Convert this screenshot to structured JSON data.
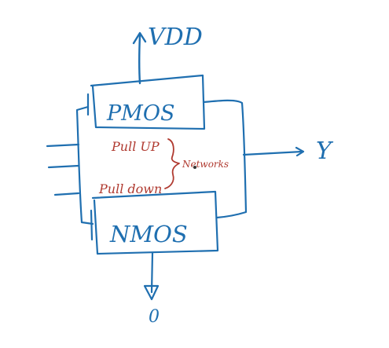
{
  "colors": {
    "ink_blue": "#1f6fb0",
    "ink_red": "#b03a30",
    "background": "#ffffff"
  },
  "labels": {
    "vdd": "VDD",
    "pmos": "PMOS",
    "nmos": "NMOS",
    "output": "Y",
    "ground": "0",
    "pull_up": "Pull UP",
    "pull_down": "Pull down",
    "networks": "Networks"
  }
}
